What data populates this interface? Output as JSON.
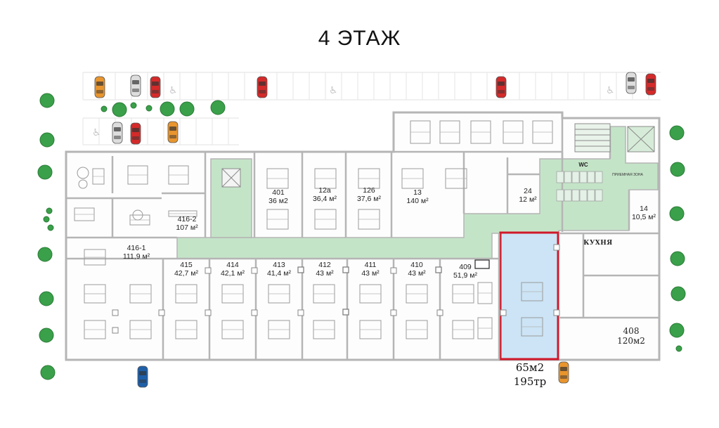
{
  "title": "4 ЭТАЖ",
  "colors": {
    "wall": "#b8b8b8",
    "corridor": "#bfe0c4",
    "highlight_fill": "#cfe6f6",
    "highlight_border": "#d0182a",
    "tree": "#3aa04a",
    "car_red": "#d42a2a",
    "car_orange": "#e8952e",
    "car_white": "#dddddd",
    "car_blue": "#1f5fa8"
  },
  "rooms": [
    {
      "number": "401",
      "area": "36 м2"
    },
    {
      "number": "12а",
      "area": "36,4 м²"
    },
    {
      "number": "126",
      "area": "37,6 м²"
    },
    {
      "number": "13",
      "area": "140 м²"
    },
    {
      "number": "24",
      "area": "12 м²"
    },
    {
      "number": "14",
      "area": "10,5 м²"
    },
    {
      "number": "416-2",
      "area": "107 м²"
    },
    {
      "number": "416-1",
      "area": "111,9 м²"
    },
    {
      "number": "415",
      "area": "42,7 м²"
    },
    {
      "number": "414",
      "area": "42,1 м²"
    },
    {
      "number": "413",
      "area": "41,4 м²"
    },
    {
      "number": "412",
      "area": "43 м²"
    },
    {
      "number": "411",
      "area": "43 м²"
    },
    {
      "number": "410",
      "area": "43 м²"
    },
    {
      "number": "409",
      "area": "51,9 м²"
    },
    {
      "number": "408",
      "area": "120м2"
    }
  ],
  "labels": {
    "wc": "WC",
    "kitchen": "КУХНЯ",
    "tiny_room": "ПРИЕМНАЯ ЗОНА"
  },
  "highlight": {
    "area": "65м2",
    "price": "195тр"
  }
}
